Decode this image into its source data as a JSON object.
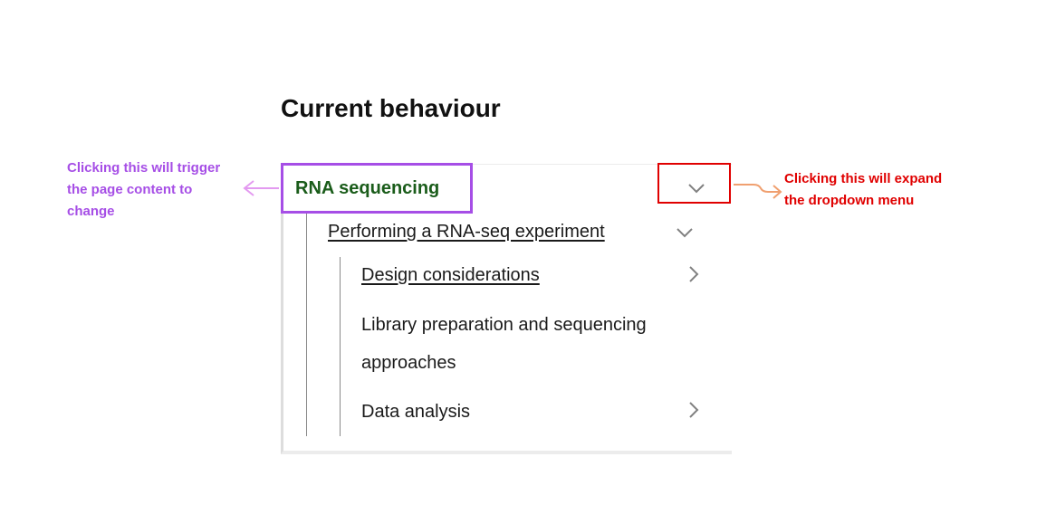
{
  "heading": "Current behaviour",
  "annotations": {
    "left_note": "Clicking this will trigger the page content to change",
    "right_note": "Clicking this will expand the dropdown menu",
    "left_color": "#a64ee6",
    "right_color": "#e00000",
    "arrow_color": "#f0a070"
  },
  "nav": {
    "title": "RNA sequencing",
    "title_color": "#1a5c1a",
    "section": {
      "label": "Performing a RNA-seq experiment",
      "items": [
        {
          "label": "Design considerations",
          "icon": "chevron-right-icon"
        },
        {
          "label": "Library preparation and sequencing approaches"
        },
        {
          "label": "Data analysis",
          "icon": "chevron-right-icon"
        }
      ]
    }
  }
}
